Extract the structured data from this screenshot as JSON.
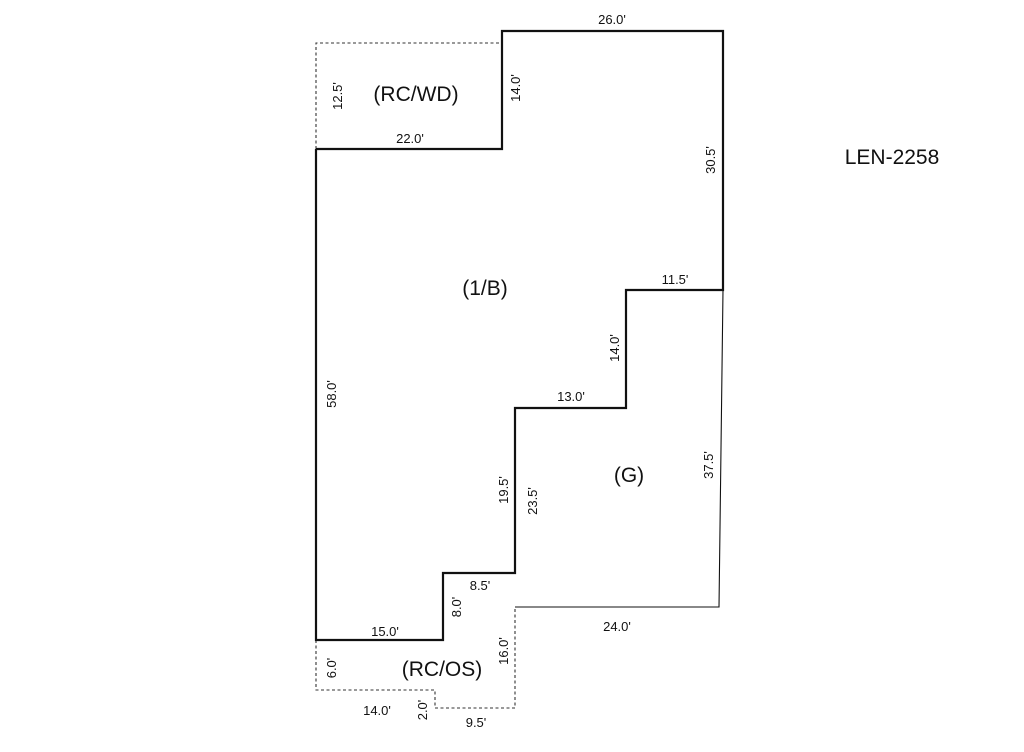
{
  "parcel_id": "LEN-2258",
  "areas": {
    "main": "(1/B)",
    "garage": "(G)",
    "covered_wood_deck": "(RC/WD)",
    "covered_open_stoop": "(RC/OS)"
  },
  "dimensions": {
    "top_width": "26.0'",
    "right_upper": "30.5'",
    "deck_left": "12.5'",
    "deck_right": "14.0'",
    "deck_bottom": "22.0'",
    "step_right": "11.5'",
    "step_vertical": "14.0'",
    "step_mid": "13.0'",
    "left_height": "58.0'",
    "inner_vertical": "19.5'",
    "garage_left": "23.5'",
    "garage_right": "37.5'",
    "garage_bottom": "24.0'",
    "notch_top": "8.5'",
    "notch_vertical": "8.0'",
    "bottom_left": "15.0'",
    "stoop_left": "6.0'",
    "stoop_right": "16.0'",
    "stoop_bottom_left": "14.0'",
    "stoop_step": "2.0'",
    "stoop_bottom_right": "9.5'"
  }
}
